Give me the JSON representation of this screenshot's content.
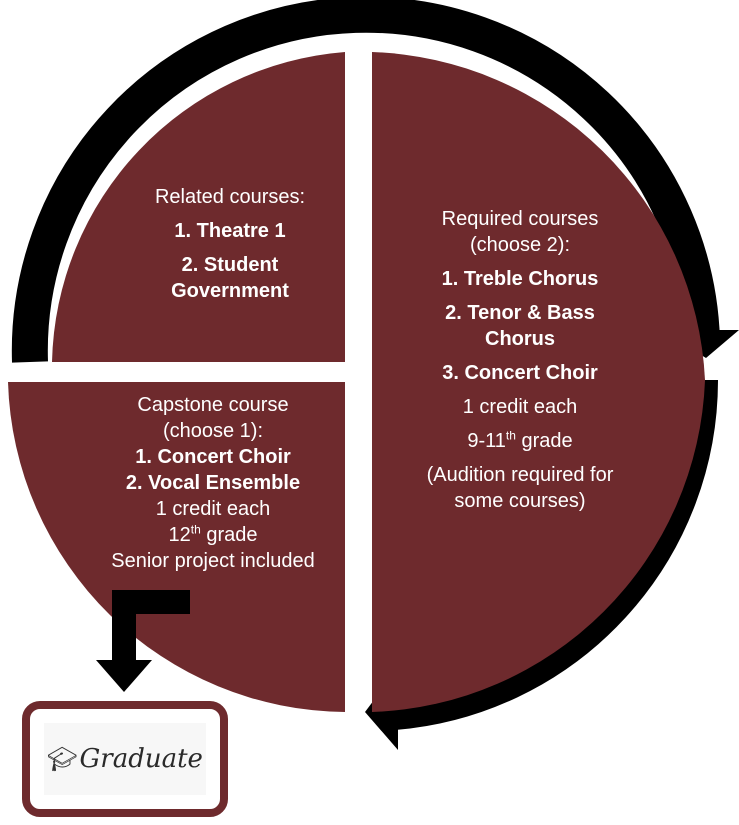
{
  "colors": {
    "segment": "#6e2a2d",
    "arrow": "#000000",
    "text": "#ffffff"
  },
  "related": {
    "heading": "Related courses:",
    "items": [
      "1. Theatre 1",
      "2. Student Government"
    ]
  },
  "required": {
    "heading_line1": "Required courses",
    "heading_line2": "(choose 2):",
    "items": [
      "1. Treble Chorus",
      "2. Tenor & Bass Chorus",
      "3. Concert Choir"
    ],
    "credit": "1 credit each",
    "grade_prefix": "9-11",
    "grade_sup": "th",
    "grade_suffix": " grade",
    "note": "(Audition required for some courses)"
  },
  "capstone": {
    "heading_line1": "Capstone course",
    "heading_line2": "(choose 1):",
    "items": [
      "1. Concert Choir",
      "2. Vocal Ensemble"
    ],
    "credit": "1 credit each",
    "grade_prefix": "12",
    "grade_sup": "th",
    "grade_suffix": " grade",
    "project": "Senior project included"
  },
  "graduate": {
    "label": "Graduate",
    "icon": "graduation-cap-icon"
  }
}
